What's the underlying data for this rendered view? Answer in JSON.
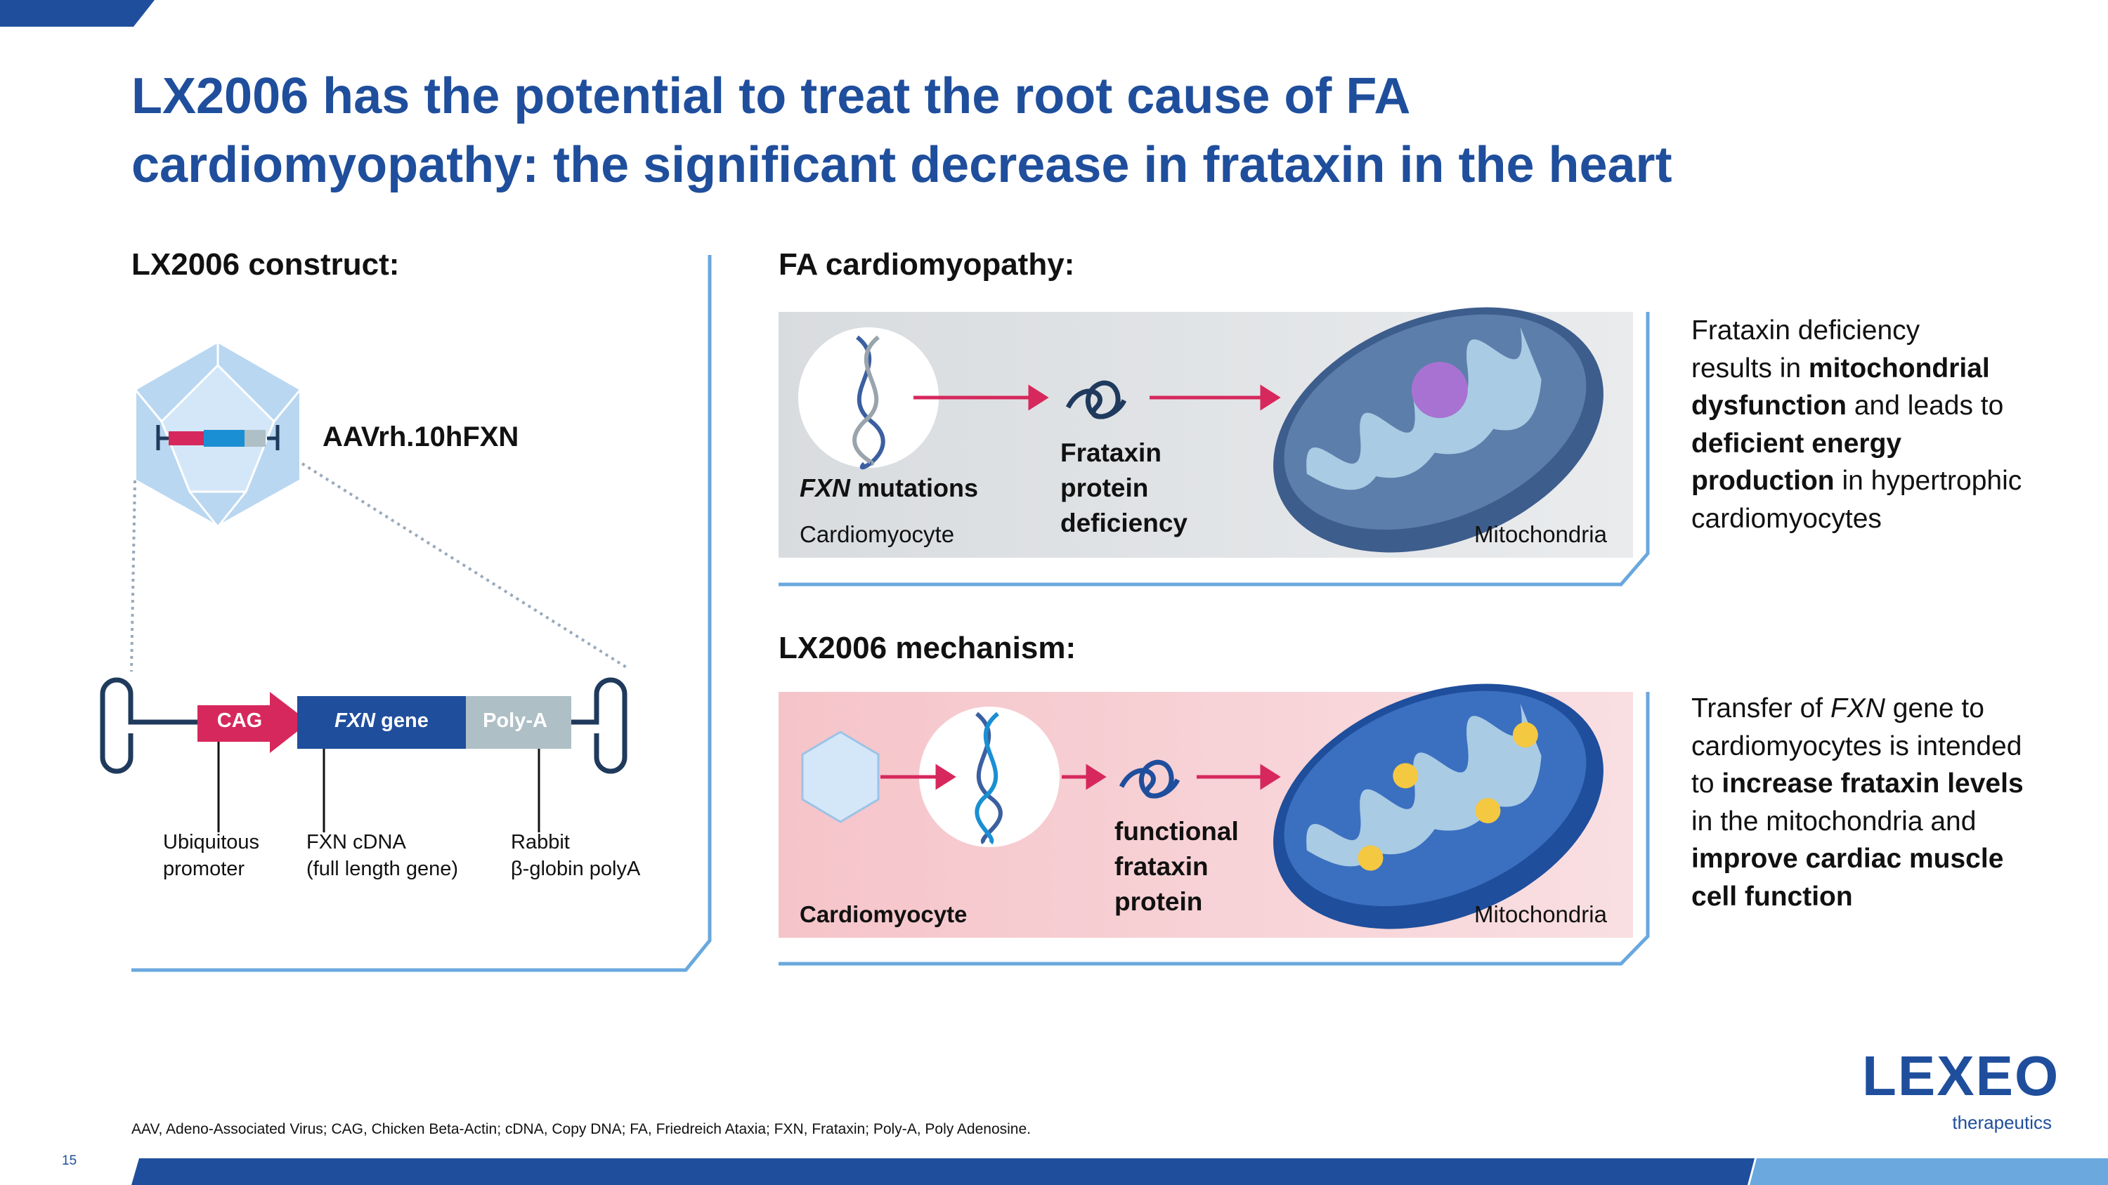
{
  "title": {
    "line1": "LX2006 has the potential to treat the root cause of FA",
    "line2": "cardiomyopathy: the significant decrease in frataxin in the heart"
  },
  "left": {
    "heading": "LX2006 construct:",
    "vector_name": "AAVrh.10hFXN",
    "construct": {
      "cag": "CAG",
      "gene_italic": "FXN",
      "gene_rest": " gene",
      "polya": "Poly-A"
    },
    "labels": [
      {
        "l1": "Ubiquitous",
        "l2": "promoter"
      },
      {
        "l1": "FXN cDNA",
        "l2": "(full length gene)"
      },
      {
        "l1": "Rabbit",
        "l2": "β-globin polyA"
      }
    ]
  },
  "panel1": {
    "heading": "FA cardiomyopathy:",
    "mut_italic": "FXN",
    "mut_rest": " mutations",
    "cell": "Cardiomyocyte",
    "protein": [
      "Frataxin",
      "protein",
      "deficiency"
    ],
    "mito": "Mitochondria",
    "side": {
      "t1": "Frataxin deficiency",
      "t2": "results in ",
      "b2": "mitochondrial",
      "b3": "dysfunction",
      "t3": " and leads to",
      "b4": "deficient energy",
      "b5": "production",
      "t5": " in hypertrophic",
      "t6": "cardiomyocytes"
    }
  },
  "panel2": {
    "heading": "LX2006 mechanism:",
    "cell": "Cardiomyocyte",
    "protein": [
      "functional",
      "frataxin",
      "protein"
    ],
    "mito": "Mitochondria",
    "side": {
      "t1": "Transfer of ",
      "i1": "FXN",
      "t1b": " gene to",
      "t2": "cardiomyocytes is intended",
      "t3": "to ",
      "b3": "increase frataxin levels",
      "t4": "in the mitochondria and",
      "b5": "improve cardiac muscle",
      "b6": "cell function"
    }
  },
  "footnote": "AAV, Adeno-Associated Virus; CAG, Chicken Beta-Actin; cDNA, Copy DNA; FA, Friedreich Ataxia; FXN, Frataxin; Poly-A, Poly Adenosine.",
  "page_number": "15",
  "logo": {
    "name": "LEXEO",
    "sub": "therapeutics"
  },
  "colors": {
    "brand_blue": "#1f4e9c",
    "light_blue": "#6aa8de",
    "magenta": "#d6285c",
    "grey": "#aebfc6"
  }
}
